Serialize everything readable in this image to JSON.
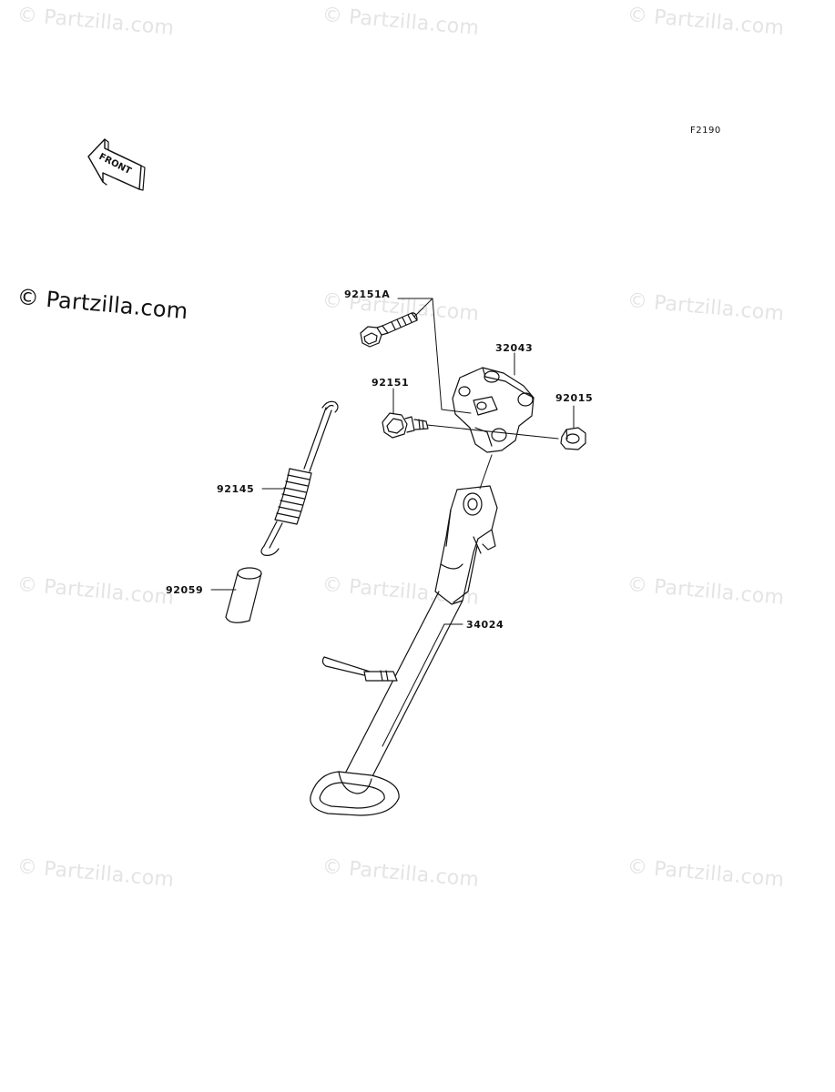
{
  "figure_code": "F2190",
  "front_label": "FRONT",
  "watermark_text": "© Partzilla.com",
  "main_watermark": "© Partzilla.com",
  "parts": [
    {
      "id": "p1",
      "number": "92151A"
    },
    {
      "id": "p2",
      "number": "32043"
    },
    {
      "id": "p3",
      "number": "92151"
    },
    {
      "id": "p4",
      "number": "92015"
    },
    {
      "id": "p5",
      "number": "92145"
    },
    {
      "id": "p6",
      "number": "92059"
    },
    {
      "id": "p7",
      "number": "34024"
    }
  ],
  "colors": {
    "line": "#111111",
    "watermark": "#e4e4e4"
  }
}
